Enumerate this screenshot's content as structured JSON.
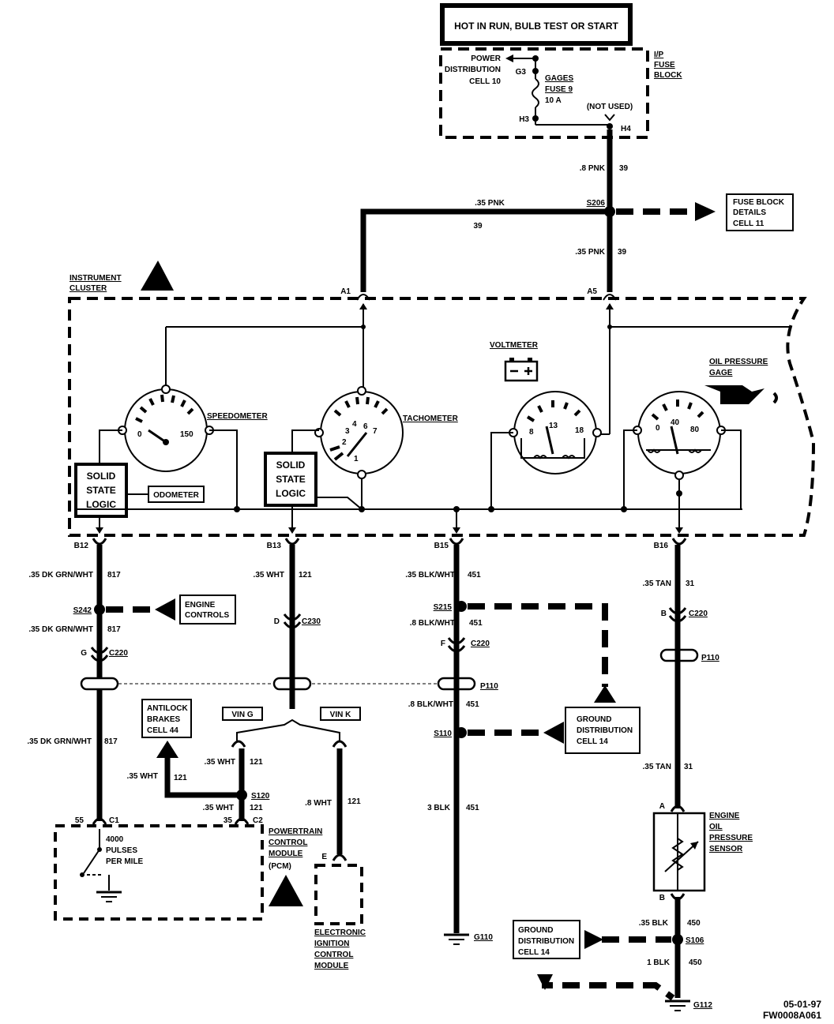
{
  "header": {
    "title": "HOT IN RUN, BULB TEST OR START"
  },
  "fuse_block": {
    "label": "I/P FUSE BLOCK",
    "power_dist": [
      "POWER",
      "DISTRIBUTION",
      "CELL 10"
    ],
    "fuse": [
      "GAGES",
      "FUSE 9",
      "10 A"
    ],
    "not_used": "(NOT USED)",
    "pins": {
      "g3": "G3",
      "h3": "H3",
      "h4": "H4"
    }
  },
  "wires_top": {
    "w1_gauge": ".8 PNK",
    "w1_circuit": "39",
    "w2_gauge": ".35 PNK",
    "w2_circuit": "39",
    "w3_gauge": ".35 PNK",
    "w3_circuit": "39",
    "splice": "S206"
  },
  "fuse_details": [
    "FUSE BLOCK",
    "DETAILS",
    "CELL 11"
  ],
  "cluster": {
    "label": [
      "INSTRUMENT",
      "CLUSTER"
    ],
    "pin_a1": "A1",
    "pin_a5": "A5",
    "speedometer": "SPEEDOMETER",
    "speedo_min": "0",
    "speedo_max": "150",
    "tachometer": "TACHOMETER",
    "tach_nums": [
      "1",
      "2",
      "3",
      "4",
      "6",
      "7"
    ],
    "voltmeter": "VOLTMETER",
    "volt_nums": [
      "8",
      "13",
      "18"
    ],
    "oil_gage": [
      "OIL PRESSURE",
      "GAGE"
    ],
    "oil_nums": [
      "0",
      "40",
      "80"
    ],
    "ssl1": [
      "SOLID",
      "STATE",
      "LOGIC"
    ],
    "ssl2": [
      "SOLID",
      "STATE",
      "LOGIC"
    ],
    "odometer": "ODOMETER",
    "pins": {
      "b12": "B12",
      "b13": "B13",
      "b15": "B15",
      "b16": "B16"
    }
  },
  "col1": {
    "g1": ".35 DK GRN/WHT",
    "c1": "817",
    "splice": "S242",
    "g2": ".35 DK GRN/WHT",
    "c2": "817",
    "conn_pin": "G",
    "conn": "C220",
    "g3": ".35 DK GRN/WHT",
    "c3": "817",
    "engine_controls": [
      "ENGINE",
      "CONTROLS"
    ]
  },
  "col2": {
    "g1": ".35 WHT",
    "c1": "121",
    "conn_pin": "D",
    "conn": "C230",
    "vin_g": "VIN G",
    "vin_k": "VIN K",
    "antilock": [
      "ANTILOCK",
      "BRAKES",
      "CELL 44"
    ],
    "g2": ".35 WHT",
    "c2": "121",
    "g3": ".35 WHT",
    "c3": "121",
    "splice": "S120",
    "g4": ".35 WHT",
    "c4": "121",
    "pin_35": "35",
    "c2_conn": "C2",
    "g5": ".8  WHT",
    "c5": "121",
    "pin_e": "E"
  },
  "col3": {
    "g1": ".35 BLK/WHT",
    "c1": "451",
    "splice1": "S215",
    "g2": ".8 BLK/WHT",
    "c2": "451",
    "conn_pin": "F",
    "conn": "C220",
    "p110": "P110",
    "g3": ".8 BLK/WHT",
    "c3": "451",
    "splice2": "S110",
    "g4": "3 BLK",
    "c4": "451",
    "ground": "G110",
    "gd1": [
      "GROUND",
      "DISTRIBUTION",
      "CELL 14"
    ],
    "gd2": [
      "GROUND",
      "DISTRIBUTION",
      "CELL 14"
    ]
  },
  "col4": {
    "g1": ".35 TAN",
    "c1": "31",
    "conn_pin": "B",
    "conn": "C220",
    "p110": "P110",
    "g2": ".35 TAN",
    "c2": "31",
    "pin_a": "A",
    "sensor": [
      "ENGINE",
      "OIL",
      "PRESSURE",
      "SENSOR"
    ],
    "pin_b": "B",
    "g3": ".35 BLK",
    "c3": "450",
    "splice": "S106",
    "g4": "1 BLK",
    "c4": "450",
    "ground": "G112"
  },
  "pcm": {
    "pin_55": "55",
    "c1": "C1",
    "pulses": [
      "4000",
      "PULSES",
      "PER MILE"
    ],
    "label": [
      "POWERTRAIN",
      "CONTROL",
      "MODULE",
      "(PCM)"
    ]
  },
  "icm": [
    "ELECTRONIC",
    "IGNITION",
    "CONTROL",
    "MODULE"
  ],
  "footer": {
    "date": "05-01-97",
    "code": "FW0008A061"
  }
}
